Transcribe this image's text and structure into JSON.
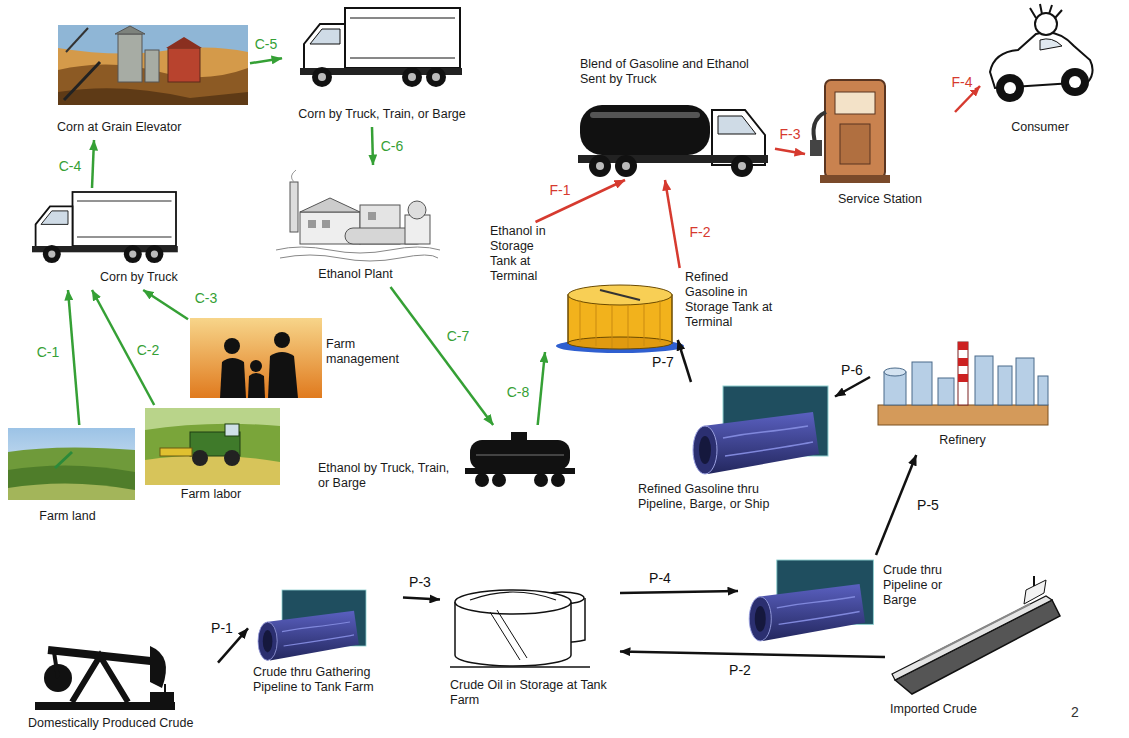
{
  "diagram": {
    "nodes": [
      {
        "text": [
          "Corn at Grain Elevator"
        ]
      },
      {
        "text": [
          "Corn by Truck, Train, or Barge"
        ]
      },
      {
        "text": [
          "Blend of Gasoline and Ethanol Sent by Truck"
        ]
      },
      {
        "text": [
          "Consumer"
        ]
      },
      {
        "text": [
          "Service Station"
        ]
      },
      {
        "text": [
          "Corn by Truck"
        ]
      },
      {
        "text": [
          "Ethanol Plant"
        ]
      },
      {
        "text": [
          "Ethanol in Storage Tank at Terminal"
        ]
      },
      {
        "text": [
          "Refined Gasoline in Storage Tank at Terminal"
        ]
      },
      {
        "text": [
          "Farm management"
        ]
      },
      {
        "text": [
          "Refinery"
        ]
      },
      {
        "text": [
          "Farm land"
        ]
      },
      {
        "text": [
          "Farm labor"
        ]
      },
      {
        "text": [
          "Ethanol by Truck, Train, or Barge"
        ]
      },
      {
        "text": [
          "Refined Gasoline thru Pipeline, Barge, or Ship"
        ]
      },
      {
        "text": [
          "Crude thru Pipeline or Barge"
        ]
      },
      {
        "text": [
          "Domestically Produced Crude"
        ]
      },
      {
        "text": [
          "Crude thru Gathering Pipeline to Tank Farm"
        ]
      },
      {
        "text": [
          "Crude Oil in Storage at Tank Farm"
        ]
      },
      {
        "text": [
          "Imported Crude"
        ]
      }
    ],
    "edges": [
      {
        "from": 11,
        "to": 5,
        "label": "C-1",
        "arrow": "to"
      },
      {
        "from": 12,
        "to": 5,
        "label": "C-2",
        "arrow": "to"
      },
      {
        "from": 9,
        "to": 5,
        "label": "C-3",
        "arrow": "to"
      },
      {
        "from": 5,
        "to": 0,
        "label": "C-4",
        "arrow": "to"
      },
      {
        "from": 0,
        "to": 1,
        "label": "C-5",
        "arrow": "to"
      },
      {
        "from": 1,
        "to": 6,
        "label": "C-6",
        "arrow": "to"
      },
      {
        "from": 6,
        "to": 13,
        "label": "C-7",
        "arrow": "to"
      },
      {
        "from": 13,
        "to": 7,
        "label": "C-8",
        "arrow": "to"
      },
      {
        "from": 7,
        "to": 2,
        "label": "F-1",
        "arrow": "to"
      },
      {
        "from": 8,
        "to": 2,
        "label": "F-2",
        "arrow": "to"
      },
      {
        "from": 2,
        "to": 4,
        "label": "F-3",
        "arrow": "to"
      },
      {
        "from": 4,
        "to": 3,
        "label": "F-4",
        "arrow": "to"
      },
      {
        "from": 16,
        "to": 17,
        "label": "P-1",
        "arrow": "to"
      },
      {
        "from": 19,
        "to": 18,
        "label": "P-2",
        "arrow": "to"
      },
      {
        "from": 17,
        "to": 18,
        "label": "P-3",
        "arrow": "to"
      },
      {
        "from": 18,
        "to": 15,
        "label": "P-4",
        "arrow": "to"
      },
      {
        "from": 15,
        "to": 10,
        "label": "P-5",
        "arrow": "to"
      },
      {
        "from": 10,
        "to": 14,
        "label": "P-6",
        "arrow": "to"
      },
      {
        "from": 14,
        "to": 8,
        "label": "P-7",
        "arrow": "to"
      }
    ],
    "labels": [
      "2"
    ]
  }
}
